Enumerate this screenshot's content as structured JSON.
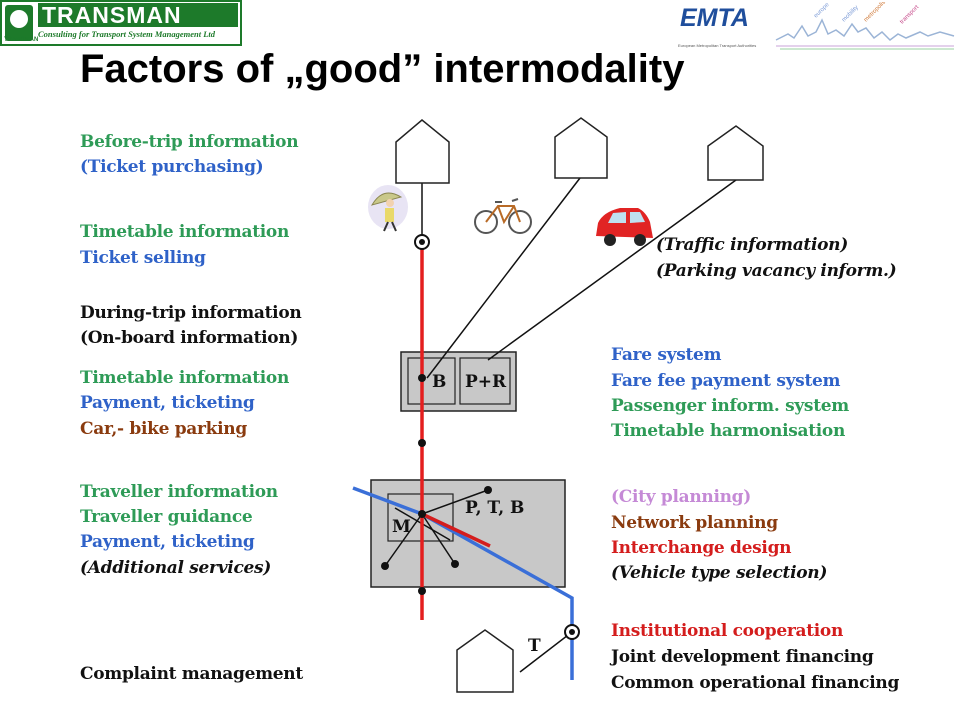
{
  "header": {
    "logo_left": {
      "name": "TRANSMAN",
      "tagline": "Consulting for Transport System Management Ltd",
      "mark_text": "TRANSMAN"
    },
    "logo_right": {
      "name": "EMTA",
      "tagline": "European Metropolitan Transport Authorities"
    }
  },
  "title": "Factors of „good” intermodality",
  "left_labels": [
    {
      "text": "Before-trip information",
      "color": "#2e9b57",
      "italic": false
    },
    {
      "text": "(Ticket purchasing)",
      "color": "#2f62c8",
      "italic": false
    },
    {
      "text": "Timetable information",
      "color": "#2e9b57",
      "italic": false
    },
    {
      "text": "Ticket selling",
      "color": "#2f62c8",
      "italic": false
    },
    {
      "text": "During-trip information",
      "color": "#111111",
      "italic": false
    },
    {
      "text": "(On-board information)",
      "color": "#111111",
      "italic": false
    },
    {
      "text": "Timetable information",
      "color": "#2e9b57",
      "italic": false
    },
    {
      "text": "Payment, ticketing",
      "color": "#2f62c8",
      "italic": false
    },
    {
      "text": "Car,- bike parking",
      "color": "#8a3b0f",
      "italic": false
    },
    {
      "text": "Traveller information",
      "color": "#2e9b57",
      "italic": false
    },
    {
      "text": "Traveller guidance",
      "color": "#2e9b57",
      "italic": false
    },
    {
      "text": "Payment, ticketing",
      "color": "#2f62c8",
      "italic": false
    },
    {
      "text": "(Additional services)",
      "color": "#111111",
      "italic": true
    },
    {
      "text": "Complaint management",
      "color": "#111111",
      "italic": false
    }
  ],
  "right_labels": [
    {
      "text": "(Traffic information)",
      "color": "#111111",
      "italic": true
    },
    {
      "text": "(Parking vacancy inform.)",
      "color": "#111111",
      "italic": true
    },
    {
      "text": "Fare system",
      "color": "#2f62c8",
      "italic": false
    },
    {
      "text": "Fare fee payment system",
      "color": "#2f62c8",
      "italic": false
    },
    {
      "text": "Passenger inform. system",
      "color": "#2e9b57",
      "italic": false
    },
    {
      "text": "Timetable harmonisation",
      "color": "#2e9b57",
      "italic": false
    },
    {
      "text": "(City planning)",
      "color": "#c58ad6",
      "italic": false
    },
    {
      "text": "Network planning",
      "color": "#8a3b0f",
      "italic": false
    },
    {
      "text": "Interchange design",
      "color": "#d41d1d",
      "italic": false
    },
    {
      "text": "(Vehicle type selection)",
      "color": "#111111",
      "italic": true
    },
    {
      "text": "Institutional cooperation",
      "color": "#d41d1d",
      "italic": false
    },
    {
      "text": "Joint development financing",
      "color": "#111111",
      "italic": false
    },
    {
      "text": "Common operational financing",
      "color": "#111111",
      "italic": false
    }
  ],
  "diagram": {
    "box_b": "B",
    "box_pr": "P+R",
    "hub_label": "P, T, B",
    "hub_m": "M",
    "stop_t": "T",
    "icons": [
      "walking-person-icon",
      "bicycle-icon",
      "car-icon",
      "house-icon"
    ],
    "colors": {
      "rail_line": "#e41e1e",
      "bus_line": "#3a6fd8",
      "box_fill": "#c8c8c8"
    }
  }
}
